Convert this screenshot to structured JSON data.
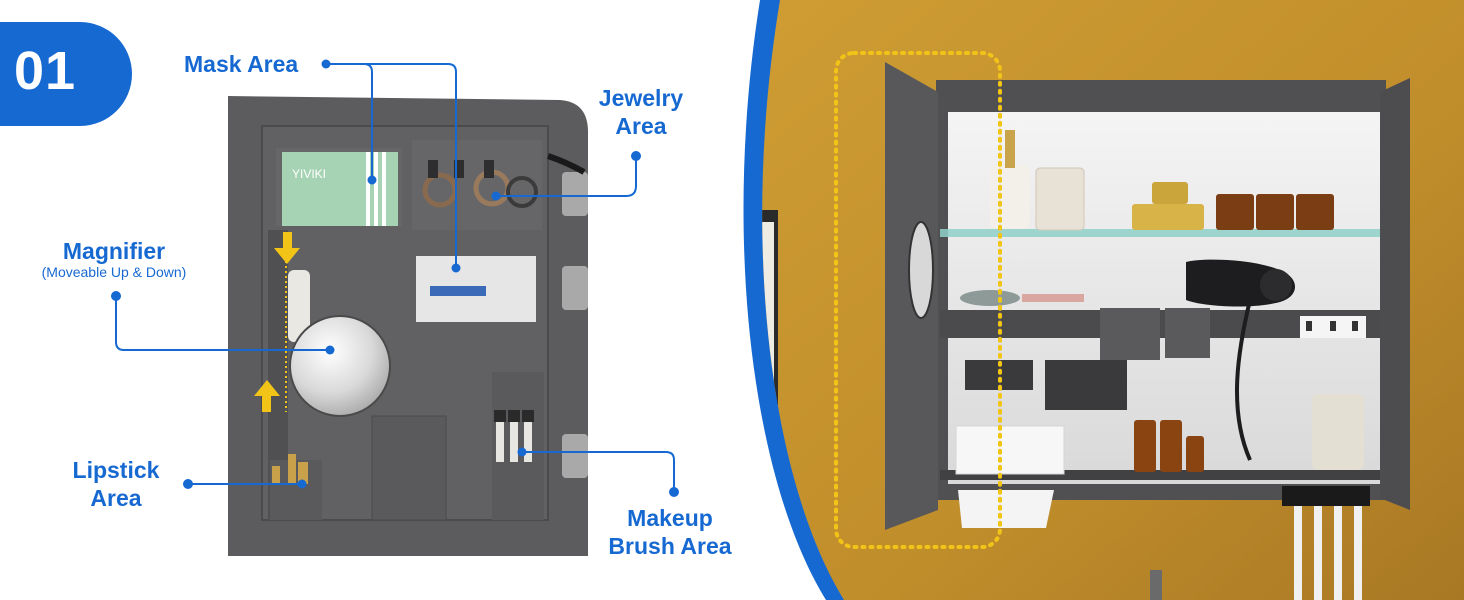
{
  "badge": {
    "number": "01"
  },
  "labels": {
    "mask_area": "Mask Area",
    "jewelry_area_line1": "Jewelry",
    "jewelry_area_line2": "Area",
    "magnifier": "Magnifier",
    "magnifier_note": "(Moveable Up & Down)",
    "lipstick_area_line1": "Lipstick",
    "lipstick_area_line2": "Area",
    "makeup_brush_line1": "Makeup",
    "makeup_brush_line2": "Brush Area"
  },
  "product_text": {
    "mask_brand": "YIVIKI"
  },
  "colors": {
    "accent_blue": "#1769d2",
    "cabinet_gray": "#5c5c5e",
    "wall_mustard": "#c8962e",
    "highlight_yellow": "#f2c418"
  }
}
